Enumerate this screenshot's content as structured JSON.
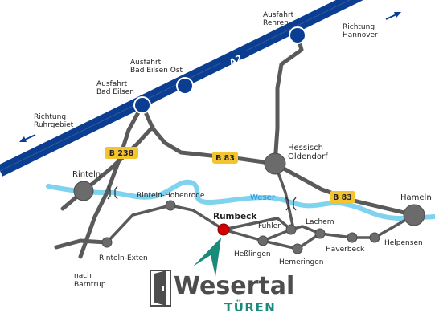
{
  "colors": {
    "autobahn": "#0b3d91",
    "road": "#5a5a5a",
    "river": "#7fd3ee",
    "shield": "#f4c430",
    "marker": "#d40000",
    "pointer": "#1a8b7a"
  },
  "highway": {
    "name": "A2",
    "exits": [
      {
        "line1": "Ausfahrt",
        "line2": "Rehren"
      },
      {
        "line1": "Ausfahrt",
        "line2": "Bad Eilsen Ost"
      },
      {
        "line1": "Ausfahrt",
        "line2": "Bad Eilsen"
      }
    ],
    "directions": [
      {
        "line1": "Richtung",
        "line2": "Hannover"
      },
      {
        "line1": "Richtung",
        "line2": "Ruhrgebiet"
      }
    ]
  },
  "road_shields": [
    "B 238",
    "B 83",
    "B 83"
  ],
  "river": "Weser",
  "towns": {
    "rinteln": "Rinteln",
    "hessisch_1": "Hessisch",
    "hessisch_2": "Oldendorf",
    "hameln": "Hameln",
    "rinteln_hohenrode": "Rinteln-Hohenrode",
    "rumbeck": "Rumbeck",
    "fuhlen": "Fuhlen",
    "lachem": "Lachem",
    "hesslingen": "Heßlingen",
    "haverbeck": "Haverbeck",
    "helpensen": "Helpensen",
    "hemeringen": "Hemeringen",
    "rinteln_exten": "Rinteln-Exten",
    "barntrup_1": "nach",
    "barntrup_2": "Barntrup"
  },
  "logo": {
    "main": "Wesertal",
    "sub": "TÜREN"
  }
}
